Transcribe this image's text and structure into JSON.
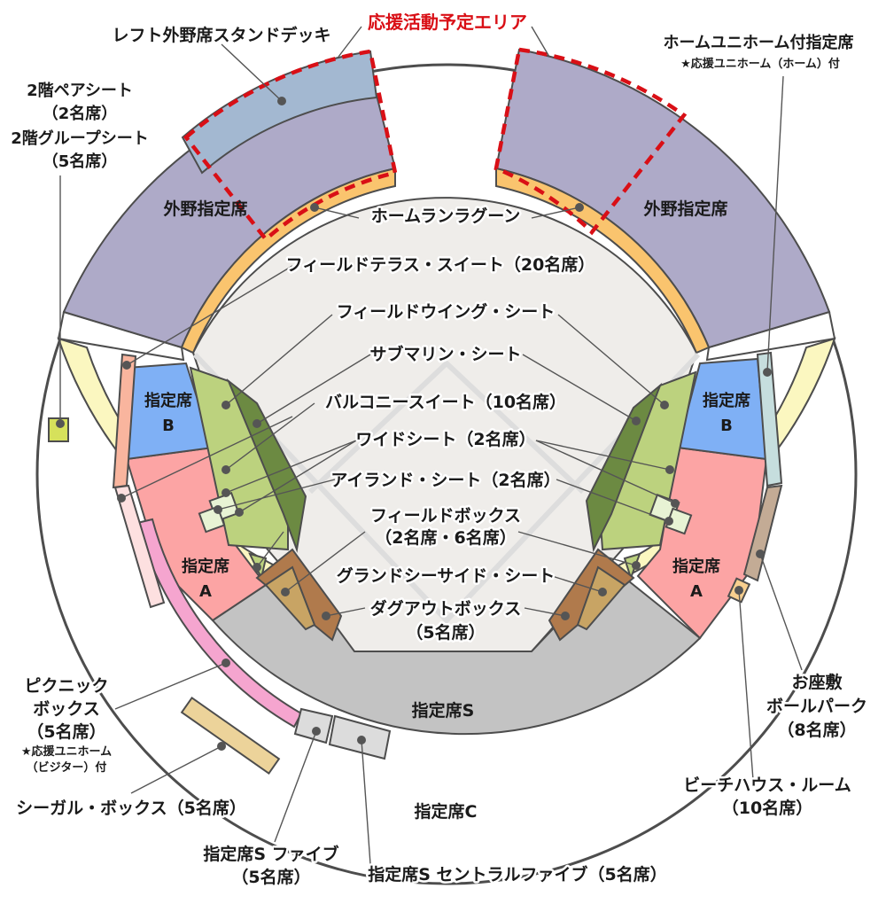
{
  "colors": {
    "outfield_reserved": "#aeaac8",
    "left_stand_deck": "#a3b8d1",
    "home_run_lagoon": "#fac46e",
    "field": "#efedea",
    "reserved_b": "#7fb0f5",
    "reserved_a": "#fca4a4",
    "reserved_s": "#c3c3c3",
    "reserved_c": "#fbf7c0",
    "field_wing": "#bcd27e",
    "submarine": "#6c8a42",
    "dugout_box": "#b07a4c",
    "picnic_box": "#f5a5cf",
    "zashiki": "#c3ab95",
    "beach_house": "#f7cf8f",
    "home_uniform_strip": "#c6dede",
    "support_area": "#d90f16"
  },
  "sections": {
    "outfield_left": "外野指定席",
    "outfield_right": "外野指定席",
    "reserved_b_left": [
      "指定席",
      "B"
    ],
    "reserved_b_right": [
      "指定席",
      "B"
    ],
    "reserved_a_left": [
      "指定席",
      "A"
    ],
    "reserved_a_right": [
      "指定席",
      "A"
    ],
    "reserved_s": "指定席S",
    "reserved_c": "指定席C"
  },
  "labels": {
    "support_area": "応援活動予定エリア",
    "left_stand_deck": "レフト外野席スタンドデッキ",
    "home_uniform": "ホームユニホーム付指定席",
    "home_uniform_note": "★応援ユニホーム（ホーム）付",
    "pair_group": [
      "2階ペアシート",
      "（2名席）",
      "2階グループシート",
      "（5名席）"
    ],
    "home_run_lagoon": "ホームランラグーン",
    "field_terrace": "フィールドテラス・スイート（20名席）",
    "field_wing": "フィールドウイング・シート",
    "submarine": "サブマリン・シート",
    "balcony": "バルコニースイート（10名席）",
    "wide": "ワイドシート（2名席）",
    "island": "アイランド・シート（2名席）",
    "field_box": [
      "フィールドボックス",
      "（2名席・6名席）"
    ],
    "ground_seaside": "グランドシーサイド・シート",
    "dugout": [
      "ダグアウトボックス",
      "（5名席）"
    ],
    "picnic": [
      "ピクニック",
      "ボックス",
      "（5名席）"
    ],
    "picnic_note": [
      "★応援ユニホーム",
      "（ビジター）付"
    ],
    "seagull": "シーガル・ボックス（5名席）",
    "s_five": [
      "指定席S ファイブ",
      "（5名席）"
    ],
    "s_central": "指定席S セントラルファイブ（5名席）",
    "zashiki": [
      "お座敷",
      "ボールパーク",
      "（8名席）"
    ],
    "beach_house": [
      "ビーチハウス・ルーム",
      "（10名席）"
    ]
  }
}
